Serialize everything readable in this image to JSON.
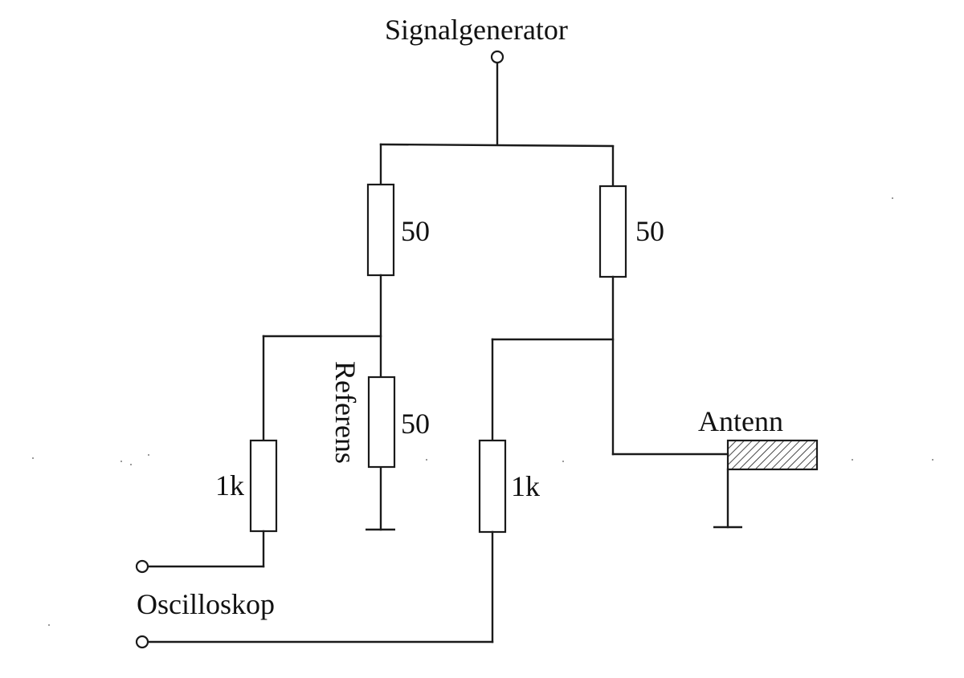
{
  "labels": {
    "signal_generator": "Signalgenerator",
    "resistor_top_left": "50",
    "resistor_top_right": "50",
    "resistor_reference": "50",
    "reference": "Referens",
    "resistor_left_1k": "1k",
    "resistor_right_1k": "1k",
    "antenna": "Antenn",
    "oscilloscope": "Oscilloskop"
  },
  "colors": {
    "line": "#1a1a1a",
    "background": "#ffffff"
  }
}
